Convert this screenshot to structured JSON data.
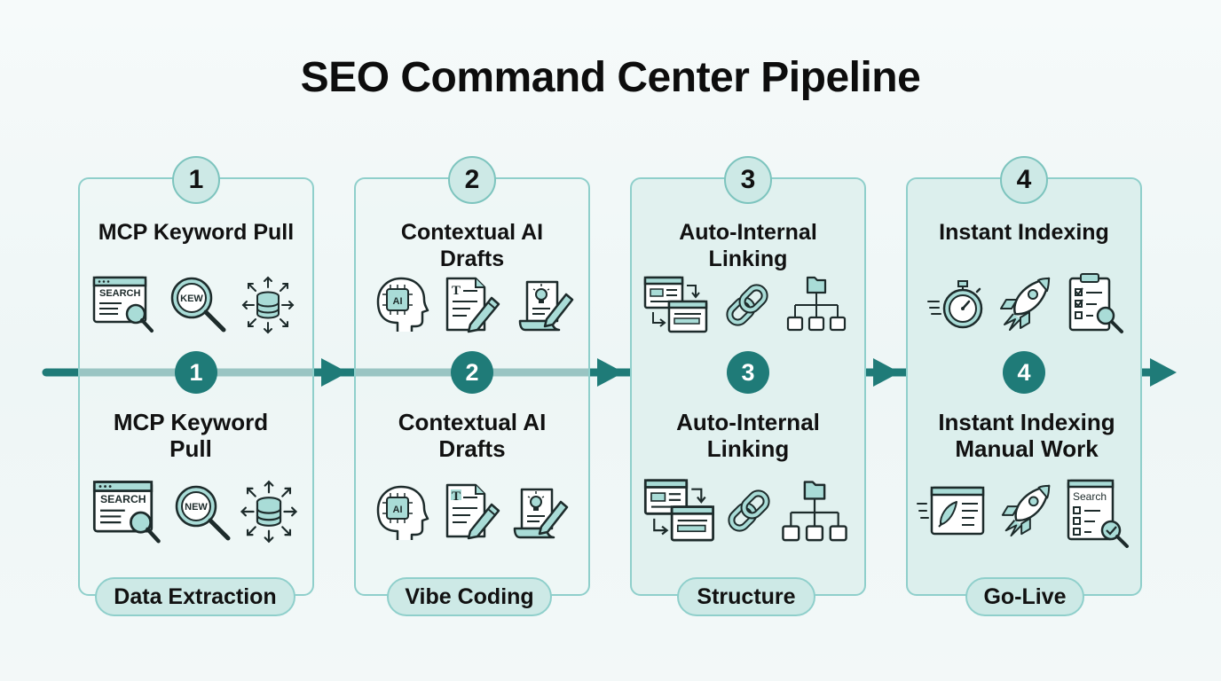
{
  "title": "SEO Command Center Pipeline",
  "colors": {
    "accent": "#1f7b78",
    "card_border": "#8fcfcb",
    "badge_fill": "#cde9e6",
    "icon_fill": "#a9dcd7"
  },
  "stages": [
    {
      "number": "1",
      "top_title": "MCP Keyword Pull",
      "bottom_title_lines": [
        "MCP Keyword",
        "Pull"
      ],
      "label": "Data Extraction",
      "top_icons": [
        "search-window-icon",
        "magnifier-badge-icon",
        "database-arrows-icon"
      ],
      "top_icon_texts": [
        "SEARCH",
        "KEW"
      ],
      "bottom_icons": [
        "search-window-icon",
        "magnifier-badge-icon",
        "database-arrows-icon"
      ],
      "bottom_icon_texts": [
        "SEARCH",
        "NEW"
      ]
    },
    {
      "number": "2",
      "top_title_lines": [
        "Contextual AI",
        "Drafts"
      ],
      "bottom_title_lines": [
        "Contextual AI",
        "Drafts"
      ],
      "label": "Vibe Coding",
      "top_icons": [
        "ai-head-icon",
        "document-pencil-icon",
        "idea-scroll-pencil-icon"
      ],
      "bottom_icons": [
        "ai-head-icon",
        "document-pencil-icon",
        "idea-scroll-pencil-icon"
      ],
      "icon_text": "AI",
      "doc_letter": "T"
    },
    {
      "number": "3",
      "top_title_lines": [
        "Auto-Internal",
        "Linking"
      ],
      "bottom_title_lines": [
        "Auto-Internal",
        "Linking"
      ],
      "label": "Structure",
      "top_icons": [
        "linked-pages-icon",
        "chain-link-icon",
        "sitemap-icon"
      ],
      "bottom_icons": [
        "linked-pages-icon",
        "chain-link-icon",
        "sitemap-icon"
      ]
    },
    {
      "number": "4",
      "top_title": "Instant Indexing",
      "bottom_title_lines": [
        "Instant Indexing",
        "Manual Work"
      ],
      "label": "Go-Live",
      "top_icons": [
        "stopwatch-icon",
        "rocket-icon",
        "checklist-search-icon"
      ],
      "bottom_icons": [
        "rocket-browser-icon",
        "rocket-icon",
        "search-checklist-icon"
      ],
      "icon_text": "Search"
    }
  ]
}
